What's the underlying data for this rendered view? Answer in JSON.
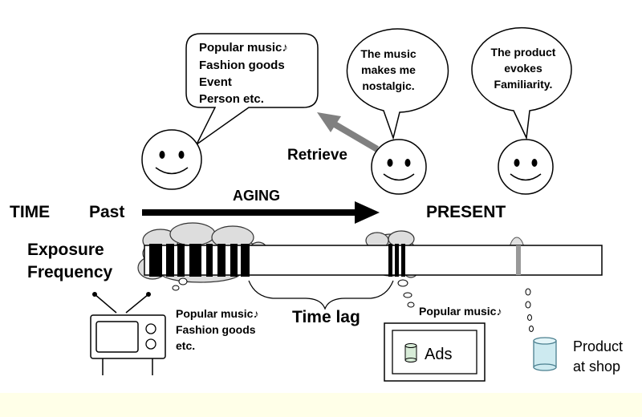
{
  "labels": {
    "time": "TIME",
    "past": "Past",
    "aging": "AGING",
    "present": "PRESENT",
    "exposure": "Exposure",
    "frequency": "Frequency",
    "retrieve": "Retrieve",
    "time_lag": "Time lag",
    "ads": "Ads",
    "product_line1": "Product",
    "product_line2": "at shop"
  },
  "bubbles": {
    "past_memory": [
      "Popular music♪",
      "Fashion goods",
      "Event",
      "Person etc."
    ],
    "nostalgic": [
      "The music",
      "makes me",
      "nostalgic."
    ],
    "familiarity": [
      "The product",
      "evokes",
      "Familiarity."
    ]
  },
  "exposures": {
    "tv": [
      "Popular music♪",
      "Fashion goods",
      "etc."
    ],
    "ads": "Popular music♪"
  },
  "colors": {
    "footer_band": "#ffffe8",
    "arrow_black": "#000000",
    "retrieve_arrow": "#808080",
    "cloud_fill": "#dddddd",
    "can_fill": "#cdeaf0",
    "can_stroke": "#4a7f8f",
    "mini_can_fill": "#d8ecd8"
  },
  "icons": [
    "smiley-face-icon",
    "tv-icon",
    "monitor-icon",
    "can-icon",
    "thought-cloud-icon"
  ]
}
